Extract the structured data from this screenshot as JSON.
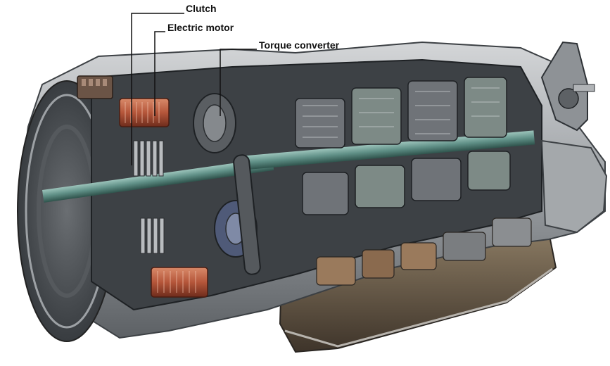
{
  "diagram": {
    "subject": "Transmission cutaway with integrated electric motor",
    "labels": {
      "clutch": "Clutch",
      "electric_motor": "Electric motor",
      "torque_converter": "Torque converter"
    },
    "colors": {
      "background": "#ffffff",
      "casing": "#8e9296",
      "casing_dark": "#4a4e52",
      "casing_light": "#c9ccce",
      "shaft": "#5f8f86",
      "motor_coil": "#b5563a",
      "motor_coil_light": "#d98a6a",
      "gear": "#6f7378",
      "oil_pan": "#6a5a44",
      "leader_line": "#111111"
    }
  }
}
